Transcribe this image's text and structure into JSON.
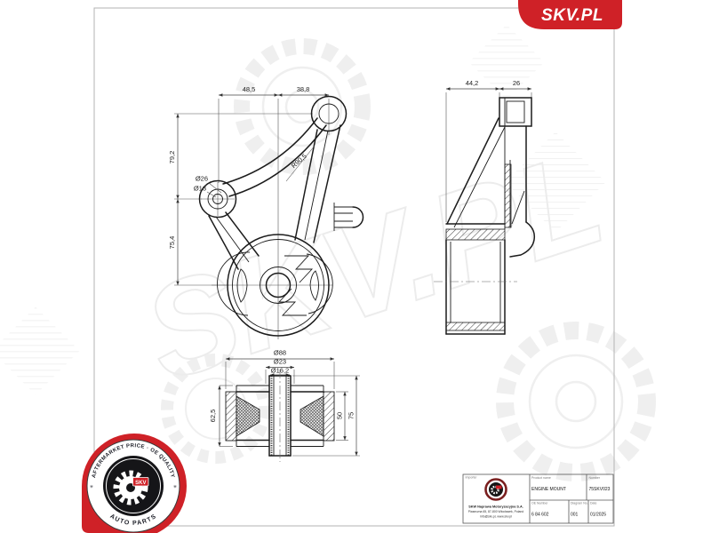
{
  "brand": {
    "logo_text": "SKV.PL",
    "red": "#cf2127"
  },
  "stamp": {
    "ring_top": "AFTERMARKET PRICE · OE QUALITY",
    "ring_bottom": "AUTO PARTS",
    "center": "SKV",
    "side_symbol": "✳"
  },
  "title_block": {
    "importer_label": "Importer",
    "company_name": "SKW Naprawa Motoryzacyjna S.A.",
    "company_address": "Piaseczna 65, 87-800 Włocławek, Poland",
    "company_contact": "info@skv.pl, www.skv.pl",
    "product_label": "Product name",
    "product": "ENGINE MOUNT",
    "number_label": "Number",
    "number": "75SKV023",
    "oe_label": "OE Number",
    "oe": "6 84 602",
    "diagram_label": "Diagram No.",
    "diagram": "001",
    "date_label": "Date",
    "date": "01/2025"
  },
  "drawing": {
    "watermark": "SKV.PL",
    "front": {
      "dim_a": "48,5",
      "dim_b": "38,8",
      "dim_c": "79,2",
      "dim_d": "75,4",
      "radius": "R90,5",
      "dia_outer": "Ø26",
      "dia_inner": "Ø13"
    },
    "side": {
      "dim_a": "44,2",
      "dim_b": "26"
    },
    "section": {
      "dia_a": "Ø88",
      "dia_b": "Ø23",
      "dia_c": "Ø16,2",
      "dim_left": "62,5",
      "dim_h1": "50",
      "dim_h2": "75"
    }
  }
}
